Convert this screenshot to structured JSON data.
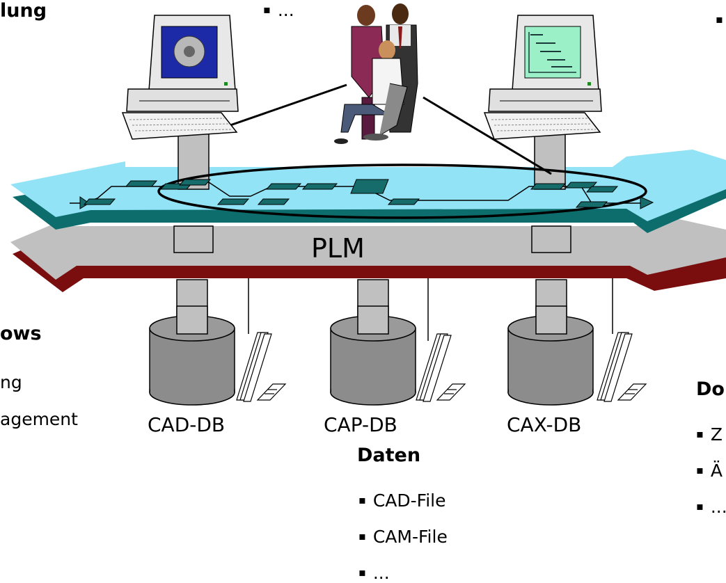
{
  "labels": {
    "plm": "PLM",
    "cad_db": "CAD-DB",
    "cap_db": "CAP-DB",
    "cax_db": "CAX-DB"
  },
  "top_left": {
    "heading": "lung"
  },
  "top_center": {
    "bullet": "..."
  },
  "left_section": {
    "heading": "ows",
    "lines": [
      "ng",
      "agement"
    ]
  },
  "daten": {
    "heading": "Daten",
    "items": [
      "CAD-File",
      "CAM-File",
      "..."
    ]
  },
  "right_section": {
    "heading": "Do",
    "items": [
      "Z",
      "Ä",
      "..."
    ]
  },
  "colors": {
    "workflow_layer": "#92e3f6",
    "workflow_shadow": "#0d6d6d",
    "plm_layer": "#c0c0c0",
    "plm_shadow": "#7a0e0e",
    "node": "#166b6b"
  }
}
